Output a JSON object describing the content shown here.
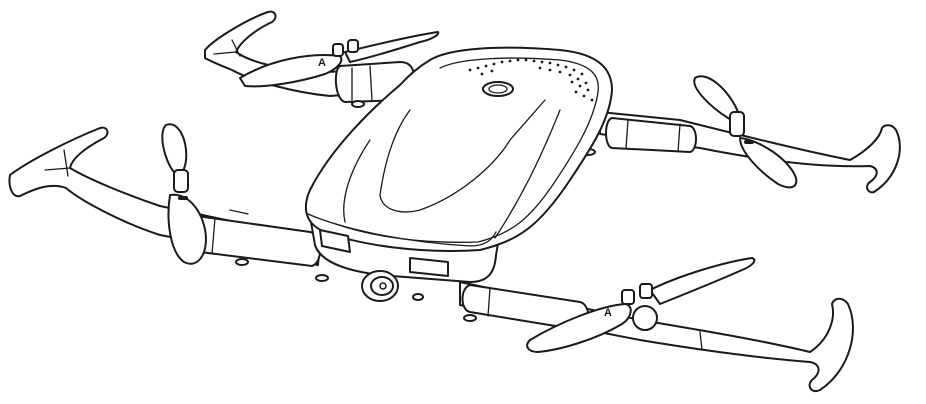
{
  "illustration": {
    "subject": "foldable quadcopter drone line drawing",
    "stroke_color": "#1a1a1a",
    "background": "#ffffff",
    "propellers": [
      {
        "position": "rear-left",
        "mark": "A"
      },
      {
        "position": "front-left",
        "mark": ""
      },
      {
        "position": "rear-right",
        "mark": ""
      },
      {
        "position": "front-right",
        "mark": "A"
      }
    ]
  }
}
